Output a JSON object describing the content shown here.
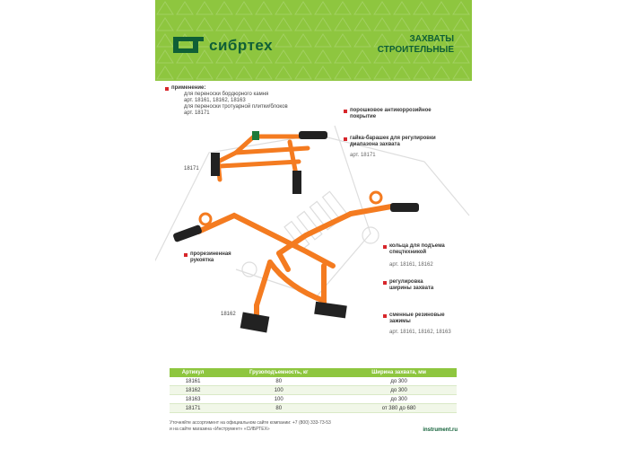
{
  "brand": {
    "name": "сибртех",
    "title_line1": "ЗАХВАТЫ",
    "title_line2": "СТРОИТЕЛЬНЫЕ"
  },
  "colors": {
    "header_green": "#8ec63f",
    "brand_dark_green": "#0f5f36",
    "tool_orange": "#f47b20",
    "bullet_red": "#d7262b"
  },
  "application": {
    "heading": "применение:",
    "line1": "для переноски бордюрного камня",
    "line2": "арт. 18161, 18162, 18163",
    "line3": "для переноски тротуарной плитки/блоков",
    "line4": "арт. 18171"
  },
  "features": {
    "coating": {
      "line1": "порошковое антикоррозийное",
      "line2": "покрытие"
    },
    "nut": {
      "line1": "гайка-барашек для регулировки",
      "line2": "диапазона захвата",
      "sku": "арт. 18171"
    },
    "handle": {
      "line1": "прорезиненная",
      "line2": "рукоятка"
    },
    "ring": {
      "line1": "кольца для подъема",
      "line2": "спецтехникой",
      "sku": "арт. 18161, 18162"
    },
    "width": {
      "line1": "регулировка",
      "line2": "ширины захвата"
    },
    "pads": {
      "line1": "сменные резиновые",
      "line2": "зажимы",
      "sku": "арт. 18161, 18162, 18163"
    }
  },
  "product_labels": {
    "top": "18171",
    "bottom": "18162"
  },
  "table": {
    "headers": [
      "Артикул",
      "Грузоподъемность, кг",
      "Ширина захвата, мм"
    ],
    "rows": [
      [
        "18161",
        "80",
        "до 300"
      ],
      [
        "18162",
        "100",
        "до 300"
      ],
      [
        "18163",
        "100",
        "до 300"
      ],
      [
        "18171",
        "80",
        "от 380 до 680"
      ]
    ]
  },
  "footer": {
    "line1": "Уточняйте ассортимент на официальном сайте компании: +7 (800) 333-73-53",
    "line2": "и на сайте магазина «Инструмент» «СИБРТЕХ»",
    "site": "instrument.ru"
  }
}
